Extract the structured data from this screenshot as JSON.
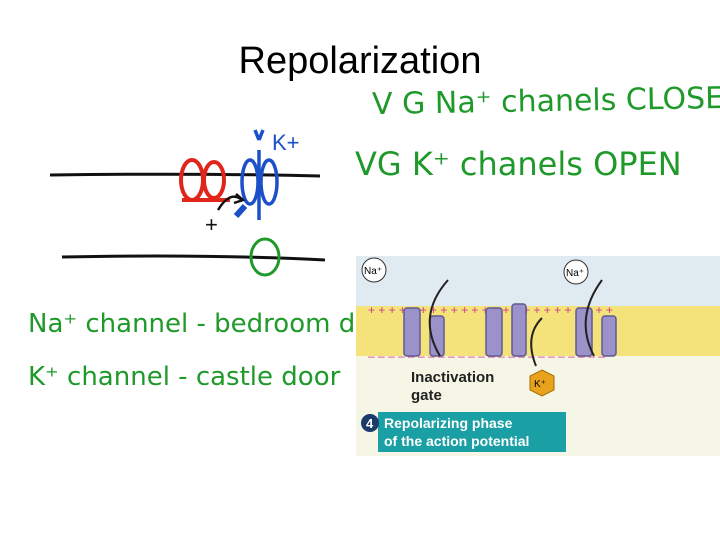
{
  "slide": {
    "title": "Repolarization"
  },
  "notes": {
    "line1": "V G  Na⁺ chanels  CLOSE",
    "line2": "VG  K⁺ chanels  OPEN",
    "line3": "Na⁺ channel - bedroom door",
    "line4": "K⁺ channel - castle door"
  },
  "sketch": {
    "k_label": "K+",
    "plus_label": "+"
  },
  "figure": {
    "na_badge": "Na⁺",
    "k_badge": "K⁺",
    "gate_label_1": "Inactivation",
    "gate_label_2": "gate",
    "step_number": "4",
    "caption_1": "Repolarizing phase",
    "caption_2": "of the action potential"
  },
  "colors": {
    "ink_green": "#1f9a2a",
    "ink_red": "#e0261b",
    "ink_blue": "#1c50c8",
    "membrane": "#f4e27a",
    "protein": "#9a92c9",
    "caption_bg": "#1a9fa4"
  }
}
